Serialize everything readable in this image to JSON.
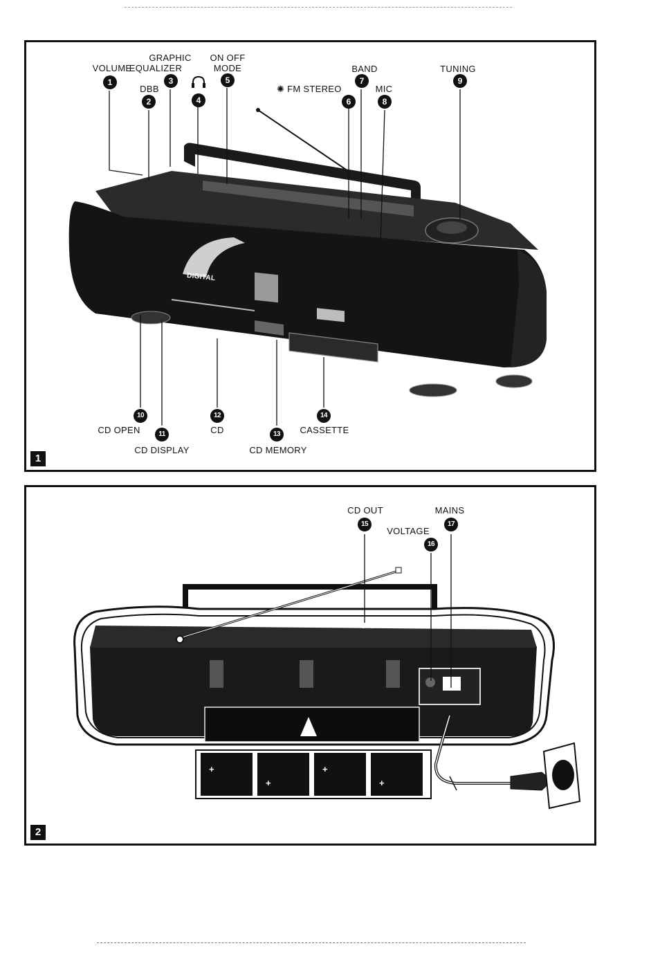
{
  "panel1": {
    "number": "1",
    "labels": {
      "volume": "VOLUME",
      "graphic": "GRAPHIC",
      "equalizer": "EQUALIZER",
      "on_off": "ON OFF",
      "mode": "MODE",
      "dbb": "DBB",
      "band": "BAND",
      "tuning": "TUNING",
      "fm_stereo": "FM STEREO",
      "mic": "MIC",
      "cd_open": "CD OPEN",
      "cd_display": "CD DISPLAY",
      "cd": "CD",
      "cd_memory": "CD MEMORY",
      "cassette": "CASSETTE",
      "digital": "DIGITAL"
    },
    "callouts": {
      "n1": "1",
      "n2": "2",
      "n3": "3",
      "n4": "4",
      "n5": "5",
      "n6": "6",
      "n7": "7",
      "n8": "8",
      "n9": "9",
      "n10": "10",
      "n11": "11",
      "n12": "12",
      "n13": "13",
      "n14": "14"
    }
  },
  "panel2": {
    "number": "2",
    "labels": {
      "cd_out": "CD OUT",
      "mains": "MAINS",
      "voltage": "VOLTAGE"
    },
    "callouts": {
      "n15": "15",
      "n16": "16",
      "n17": "17"
    },
    "battery_symbol": "+"
  },
  "icons": [
    "headphones-icon",
    "stereo-light-icon"
  ],
  "colors": {
    "ink": "#111111",
    "paper": "#ffffff"
  }
}
